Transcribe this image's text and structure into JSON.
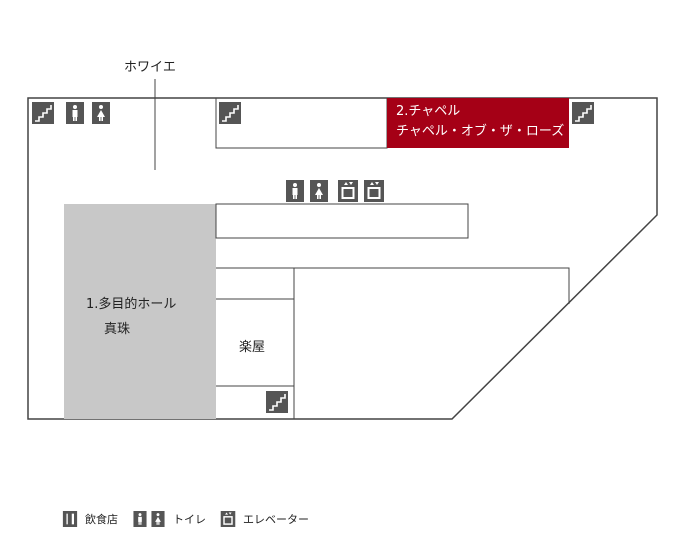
{
  "labels": {
    "foyer": "ホワイエ",
    "hall_number": "1.多目的ホール",
    "hall_name": "真珠",
    "green_room": "楽屋",
    "chapel_number": "2.チャペル",
    "chapel_name": "チャペル・オブ・ザ・ローズ"
  },
  "colors": {
    "chapel": "#a50016",
    "hall": "#c8c8c8",
    "icon": "#555555",
    "line": "#444444"
  },
  "icons": {
    "stairs": "stairs-icon",
    "toilet_male": "male-toilet-icon",
    "toilet_female": "female-toilet-icon",
    "elevator": "elevator-icon",
    "restaurant": "fork-knife-icon"
  },
  "legend": [
    {
      "icon": "fork-knife-icon",
      "label": "飲食店"
    },
    {
      "icon": "toilet-icon",
      "label": "トイレ"
    },
    {
      "icon": "elevator-icon",
      "label": "エレベーター"
    }
  ]
}
